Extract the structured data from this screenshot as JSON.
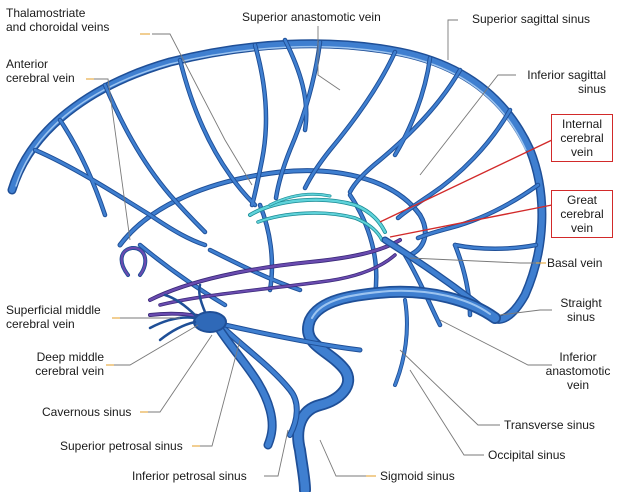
{
  "labels": {
    "thalamostriate": "Thalamostriate\nand choroidal veins",
    "superior_anastomotic": "Superior anastomotic vein",
    "superior_sagittal": "Superior sagittal sinus",
    "anterior_cerebral": "Anterior\ncerebral vein",
    "inferior_sagittal": "Inferior sagittal\nsinus",
    "internal_cerebral": "Internal\ncerebral\nvein",
    "great_cerebral": "Great\ncerebral\nvein",
    "basal": "Basal vein",
    "superficial_middle": "Superficial middle\ncerebral vein",
    "straight": "Straight\nsinus",
    "deep_middle": "Deep middle\ncerebral vein",
    "inferior_anastomotic": "Inferior\nanastomotic\nvein",
    "cavernous": "Cavernous sinus",
    "transverse": "Transverse sinus",
    "superior_petrosal": "Superior petrosal sinus",
    "occipital": "Occipital sinus",
    "inferior_petrosal": "Inferior petrosal sinus",
    "sigmoid": "Sigmoid sinus"
  },
  "colors": {
    "vein_main": "#3f7fd0",
    "vein_dark": "#1f4f97",
    "vein_highlight": "#9cc4f0",
    "deep_vein_cyan": "#3fc1c9",
    "basal_vein_purple": "#5b3c9c",
    "callout_red": "#d22a2a"
  }
}
